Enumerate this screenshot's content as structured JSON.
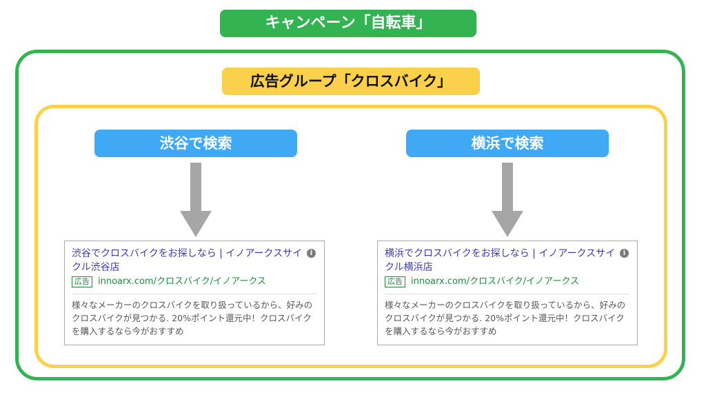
{
  "campaign": {
    "label": "キャンペーン「自転車」",
    "color": "#34b352"
  },
  "ad_group": {
    "label": "広告グループ「クロスバイク」",
    "color": "#fbd14b"
  },
  "searches": [
    {
      "label": "渋谷で検索",
      "ad": {
        "title": "渋谷でクロスバイクをお探しなら | イノアークスサイクル渋谷店",
        "badge": "広告",
        "url": "innoarx.com/クロスバイク/イノアークス",
        "description": "様々なメーカーのクロスバイクを取り扱っているから、好みのクロスバイクが見つかる. 20%ポイント還元中！クロスバイクを購入するなら今がおすすめ"
      }
    },
    {
      "label": "横浜で検索",
      "ad": {
        "title": "横浜でクロスバイクをお探しなら | イノアークスサイクル横浜店",
        "badge": "広告",
        "url": "innoarx.com/クロスバイク/イノアークス",
        "description": "様々なメーカーのクロスバイクを取り扱っているから、好みのクロスバイクが見つかる. 20%ポイント還元中！クロスバイクを購入するなら今がおすすめ"
      }
    }
  ],
  "colors": {
    "search_button": "#3fa9f5",
    "arrow": "#a6a6a6",
    "ad_title": "#3b3bb3",
    "ad_url": "#1e8c3a"
  }
}
